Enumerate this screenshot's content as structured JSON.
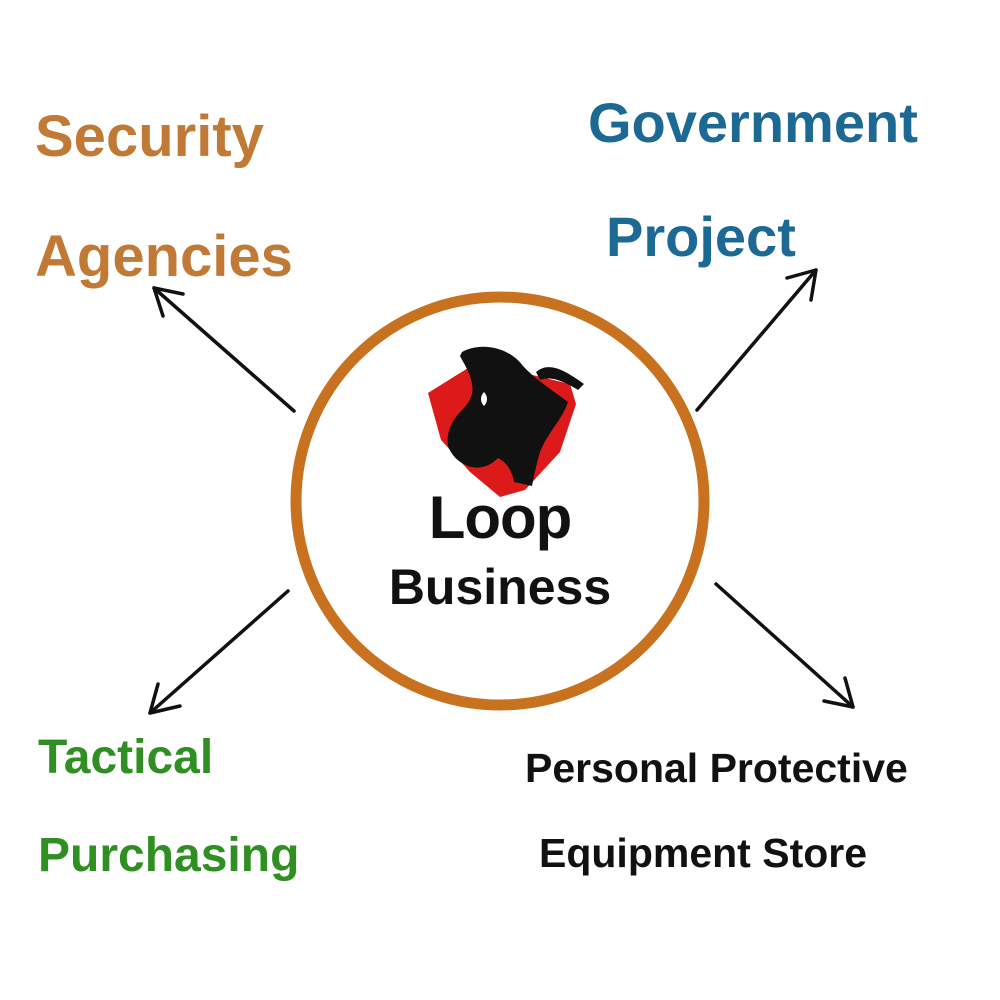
{
  "center": {
    "logo_icon": "bull-shield-logo-icon",
    "brand_name": "Loop",
    "brand_sub": "Business",
    "ring_color": "#c8711f"
  },
  "branches": {
    "security": {
      "line1": "Security",
      "line2": "Agencies",
      "color": "#c07a36",
      "arrow_icon": "arrow-up-left-icon"
    },
    "government": {
      "line1": "Government",
      "line2": "Project",
      "color": "#1c6994",
      "arrow_icon": "arrow-up-right-icon"
    },
    "tactical": {
      "line1": "Tactical",
      "line2": "Purchasing",
      "color": "#2f8f22",
      "arrow_icon": "arrow-down-left-icon"
    },
    "ppe": {
      "line1": "Personal Protective",
      "line2": "Equipment Store",
      "color": "#111111",
      "arrow_icon": "arrow-down-right-icon"
    }
  },
  "colors": {
    "logo_red": "#dd1a1a",
    "logo_black": "#111111",
    "arrow": "#111111"
  }
}
